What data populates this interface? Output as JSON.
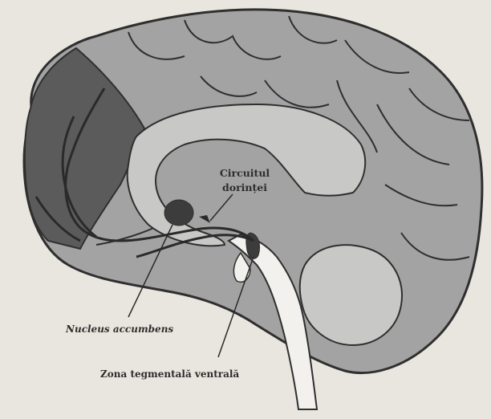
{
  "labels": {
    "circuit_line1": "Circuitul",
    "circuit_line2": "dorinței",
    "nucleus_accumbens": "Nucleus accumbens",
    "vta": "Zona tegmentală ventrală"
  },
  "colors": {
    "background": "#e9e6df",
    "cortex": "#a3a3a3",
    "inner_region": "#c8c8c6",
    "prefrontal": "#5b5b5b",
    "nucleus": "#3c3c3c",
    "pathway": "#2a2a2a",
    "brainstem": "#f2f1ed",
    "outline": "#2f2f2f"
  }
}
